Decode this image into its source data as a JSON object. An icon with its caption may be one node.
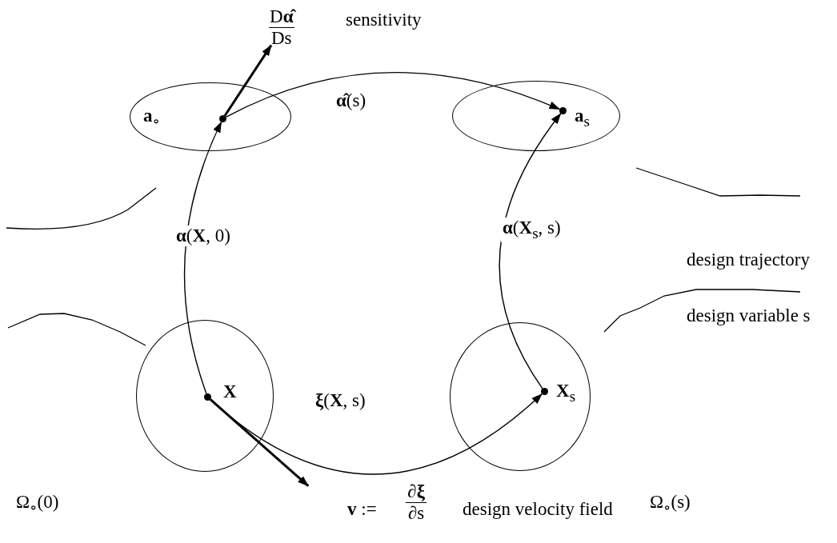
{
  "diagram": {
    "nodes": [
      {
        "text": [
          "**a**$_{∘}$"
        ]
      },
      {
        "text": [],
        "shape": "circle",
        "in": 0
      },
      {
        "text": [
          "**a**$_{s}$"
        ]
      },
      {
        "text": [],
        "shape": "circle",
        "in": 2
      },
      {
        "text": [
          "**X**"
        ]
      },
      {
        "text": [],
        "shape": "circle",
        "in": 4
      },
      {
        "text": [
          "**X**$_{s}$"
        ]
      },
      {
        "text": [],
        "shape": "circle",
        "in": 6
      },
      {
        "text": [
          "D**α̂**",
          "Ds",
          "sensitivity"
        ]
      },
      {
        "text": [
          "**v** :=",
          "∂**ξ**",
          "∂s",
          "design velocity field"
        ]
      }
    ],
    "edges": [
      {
        "from": 1,
        "to": 8,
        "arrow": "to",
        "style": "thick"
      },
      {
        "from": 1,
        "to": 3,
        "arrow": "to",
        "label": "**α̂**(s)"
      },
      {
        "from": 5,
        "to": 1,
        "arrow": "to",
        "label": "**α**(**X**, 0)"
      },
      {
        "from": 7,
        "to": 3,
        "arrow": "to",
        "label": "**α**(**X**$_{s}$, s)"
      },
      {
        "from": 5,
        "to": 9,
        "arrow": "to",
        "style": "thick"
      },
      {
        "from": 5,
        "to": 7,
        "arrow": "to",
        "label": "**ξ**(**X**, s)"
      }
    ],
    "labels": [
      "design trajectory",
      "design variable s",
      "Ω$_{∘}$(0)",
      "Ω$_{∘}$(s)"
    ]
  }
}
